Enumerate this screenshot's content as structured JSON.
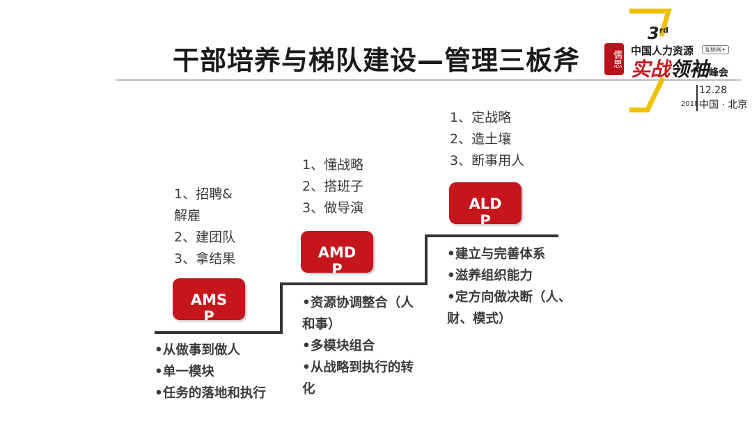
{
  "slide": {
    "title": "干部培养与梯队建设—管理三板斧"
  },
  "event_logo": {
    "seal_text": "儒思",
    "edition": "3",
    "edition_suffix": "rd",
    "line1": "中国人力资源",
    "tag": "互联网+",
    "line2_red": "实战",
    "line2_dark": "领袖",
    "line2_small": "峰会",
    "date": "12.28",
    "year": "2018",
    "place": "中国 · 北京",
    "accent_color": "#f0c000"
  },
  "colors": {
    "badge": "#c4161c",
    "stair_line": "#333333"
  },
  "levels": [
    {
      "badge": "AMSP",
      "top_items": [
        "1、招聘&",
        "解雇",
        "2、建团队",
        "3、拿结果"
      ],
      "bottom_items": [
        "•从做事到做人",
        "•单一模块",
        "•任务的落地和执行"
      ]
    },
    {
      "badge": "AMDP",
      "top_items": [
        "1、懂战略",
        "2、搭班子",
        "3、做导演"
      ],
      "bottom_items": [
        "•资源协调整合（人",
        "和事）",
        "•多模块组合",
        "•从战略到执行的转",
        "化"
      ]
    },
    {
      "badge": "ALDP",
      "top_items": [
        "1、定战略",
        "2、造土壤",
        "3、断事用人"
      ],
      "bottom_items": [
        "•建立与完善体系",
        "•滋养组织能力",
        "•定方向做决断（人、",
        "财、模式）"
      ]
    }
  ]
}
